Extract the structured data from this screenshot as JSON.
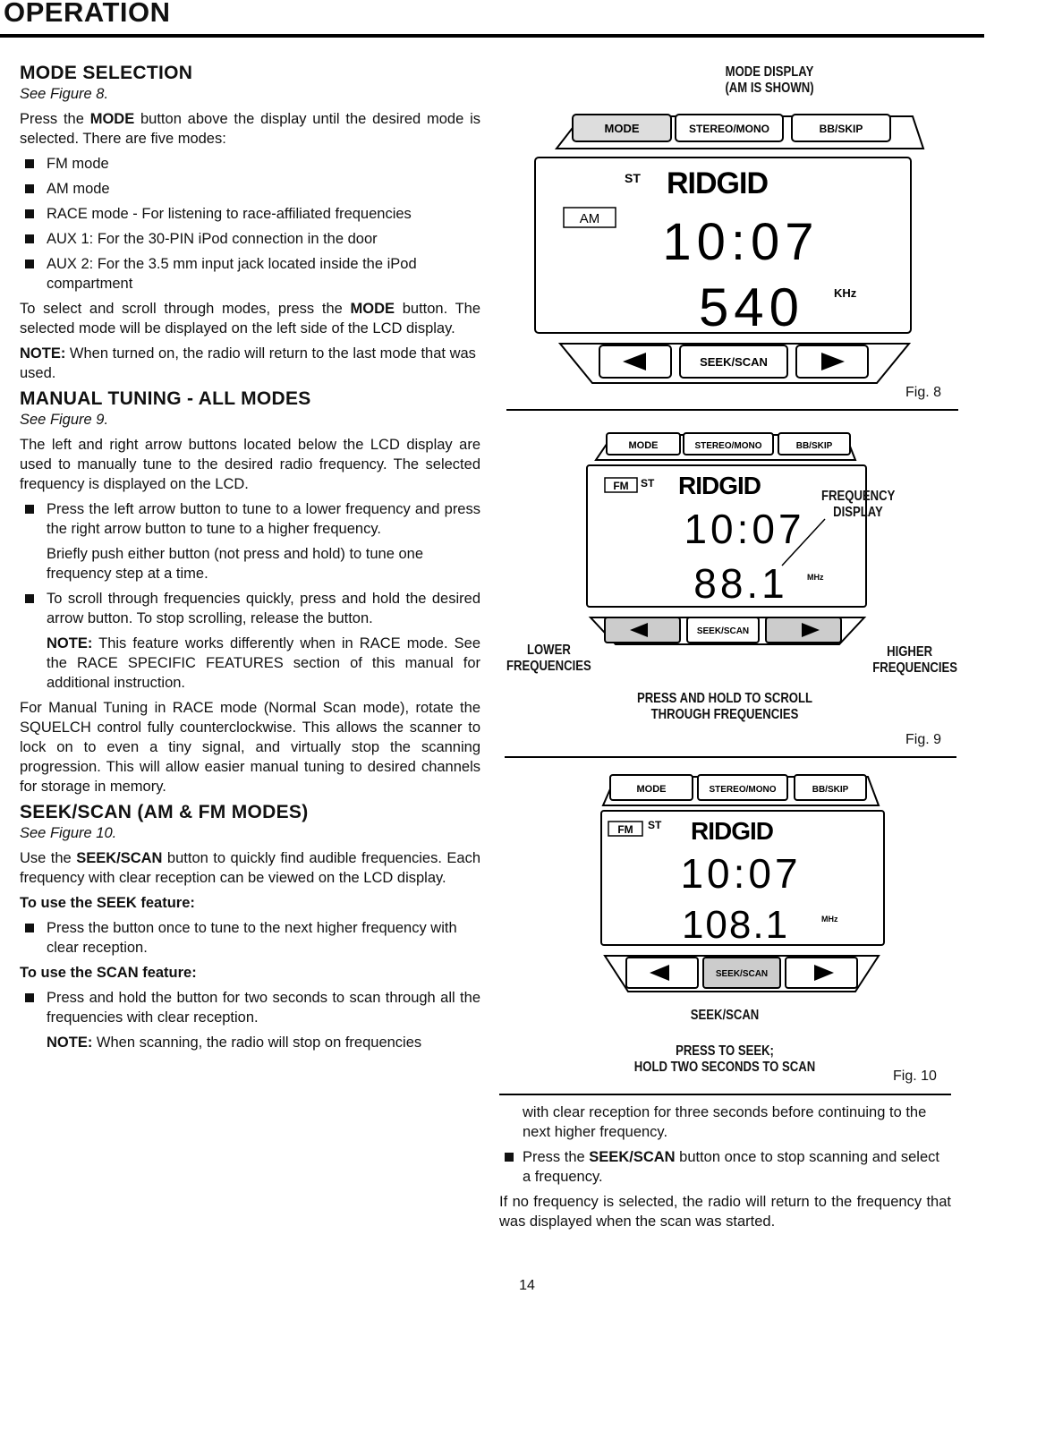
{
  "header": {
    "title": "OPERATION"
  },
  "mode_selection": {
    "heading": "MODE SELECTION",
    "see": "See Figure 8.",
    "intro_pre": "Press the ",
    "intro_bold": "MODE",
    "intro_post": " button above the display until the desired mode is selected. There are five modes:",
    "modes": [
      "FM mode",
      "AM mode",
      "RACE mode - For listening to race-affiliated frequencies",
      "AUX 1: For the 30-PIN iPod connection in the door",
      "AUX 2: For the 3.5 mm input jack located inside the iPod compartment"
    ],
    "scroll_pre": "To select and scroll through modes, press the ",
    "scroll_bold": "MODE",
    "scroll_post": " button. The selected mode will be displayed on the left side of the LCD display.",
    "note_label": "NOTE:",
    "note_text": " When turned on, the radio will return to the last mode that was used."
  },
  "manual_tuning": {
    "heading": "MANUAL TUNING - ALL MODES",
    "see": "See Figure 9.",
    "intro": "The left and right arrow buttons located below the LCD display are used to manually tune to the desired radio frequency. The selected frequency is displayed on the LCD.",
    "bullet1": "Press the left arrow button to tune to a lower frequency and press the right arrow button to tune to a higher frequency.",
    "bullet1_sub": "Briefly push either button (not press and hold) to tune one frequency step at a time.",
    "bullet2": "To scroll through frequencies quickly, press and hold the desired arrow button. To stop scrolling, release the button.",
    "note_label": "NOTE:",
    "note_text": " This feature works differently when in RACE mode. See the RACE SPECIFIC FEATURES section of this manual for additional instruction.",
    "race_text": "For Manual Tuning in RACE mode (Normal Scan mode), rotate the SQUELCH control fully counterclockwise. This allows the scanner to lock on to even a tiny signal, and virtually stop the scanning progression. This will allow easier manual tuning to desired channels for storage in memory."
  },
  "seek_scan": {
    "heading": "SEEK/SCAN (AM & FM MODES)",
    "see": "See Figure 10.",
    "intro_pre": "Use the ",
    "intro_bold": "SEEK/SCAN",
    "intro_post": " button to quickly find audible frequencies. Each frequency with clear reception can be viewed on the LCD display.",
    "seek_heading": "To use the SEEK feature:",
    "seek_bullet": "Press the button once to tune to the next higher frequency with clear reception.",
    "scan_heading": "To use the SCAN feature:",
    "scan_bullet": "Press and hold the button for two seconds to scan through all the frequencies with clear reception.",
    "note_label": "NOTE:",
    "note_text": " When scanning, the radio will stop on frequencies",
    "cont_text": "with clear reception for three seconds before continuing to the next higher frequency.",
    "stop_pre": "Press the ",
    "stop_bold": "SEEK/SCAN",
    "stop_post": " button once to stop scanning and select a frequency.",
    "final_text": "If no frequency is selected, the radio will return to the frequency that was displayed when the scan was started."
  },
  "figures": {
    "fig8": {
      "caption_line1": "MODE DISPLAY",
      "caption_line2": "(AM IS SHOWN)",
      "label": "Fig. 8",
      "btn_mode": "MODE",
      "btn_stereo": "STEREO/MONO",
      "btn_bb": "BB/SKIP",
      "btn_seek": "SEEK/SCAN",
      "st": "ST",
      "brand": "RIDGID",
      "mode_indicator": "AM",
      "time": "10:07",
      "frequency": "540",
      "unit": "KHz"
    },
    "fig9": {
      "label": "Fig. 9",
      "btn_mode": "MODE",
      "btn_stereo": "STEREO/MONO",
      "btn_bb": "BB/SKIP",
      "btn_seek": "SEEK/SCAN",
      "st": "ST",
      "brand": "RIDGID",
      "mode_indicator": "FM",
      "time": "10:07",
      "frequency": "88.1",
      "unit": "MHz",
      "callout_freq_1": "FREQUENCY",
      "callout_freq_2": "DISPLAY",
      "lower_1": "LOWER",
      "lower_2": "FREQUENCIES",
      "higher_1": "HIGHER",
      "higher_2": "FREQUENCIES",
      "caption_line1": "PRESS AND HOLD TO SCROLL",
      "caption_line2": "THROUGH FREQUENCIES"
    },
    "fig10": {
      "label": "Fig. 10",
      "btn_mode": "MODE",
      "btn_stereo": "STEREO/MONO",
      "btn_bb": "BB/SKIP",
      "btn_seek": "SEEK/SCAN",
      "st": "ST",
      "brand": "RIDGID",
      "mode_indicator": "FM",
      "time": "10:07",
      "frequency": "108.1",
      "unit": "MHz",
      "seek_label": "SEEK/SCAN",
      "caption_line1": "PRESS TO SEEK;",
      "caption_line2": "HOLD TWO SECONDS TO SCAN"
    }
  },
  "footer": {
    "page_number": "14"
  }
}
